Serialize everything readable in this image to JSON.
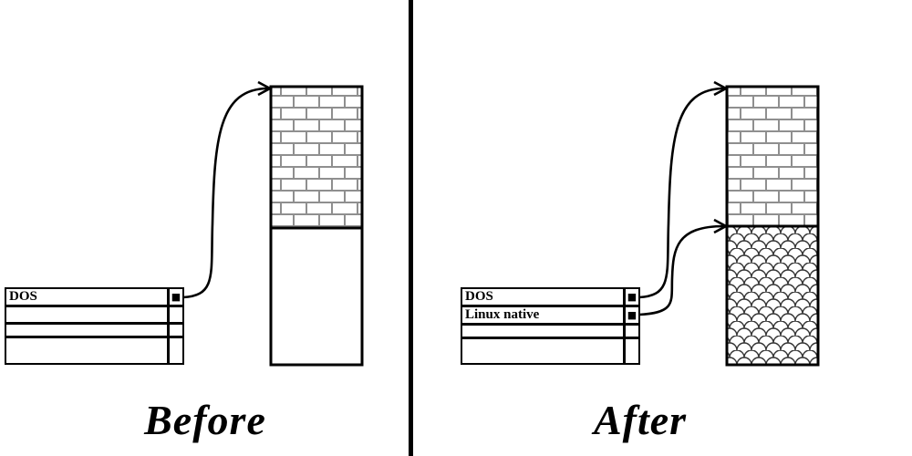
{
  "figure": {
    "colors": {
      "line": "#000000",
      "background": "#ffffff",
      "brick_mortar": "#8f8f8f",
      "scale_line": "#333333"
    },
    "panels": [
      {
        "title": "Before",
        "partition_table": {
          "rows": [
            {
              "label": "DOS",
              "marker": "■"
            },
            {
              "label": "",
              "marker": ""
            },
            {
              "label": "",
              "marker": ""
            },
            {
              "label": "",
              "marker": ""
            }
          ]
        },
        "disk": {
          "segments": [
            {
              "name": "dos-partition-area",
              "pattern": "brick"
            },
            {
              "name": "unused-area",
              "pattern": "blank"
            }
          ]
        },
        "arrows": [
          {
            "from_row": "DOS",
            "to_segment": "brick"
          }
        ]
      },
      {
        "title": "After",
        "partition_table": {
          "rows": [
            {
              "label": "DOS",
              "marker": "■"
            },
            {
              "label": "Linux native",
              "marker": "■"
            },
            {
              "label": "",
              "marker": ""
            },
            {
              "label": "",
              "marker": ""
            }
          ]
        },
        "disk": {
          "segments": [
            {
              "name": "dos-partition-area",
              "pattern": "brick"
            },
            {
              "name": "linux-native-partition-area",
              "pattern": "scales"
            }
          ]
        },
        "arrows": [
          {
            "from_row": "DOS",
            "to_segment": "brick"
          },
          {
            "from_row": "Linux native",
            "to_segment": "scales"
          }
        ]
      }
    ]
  }
}
